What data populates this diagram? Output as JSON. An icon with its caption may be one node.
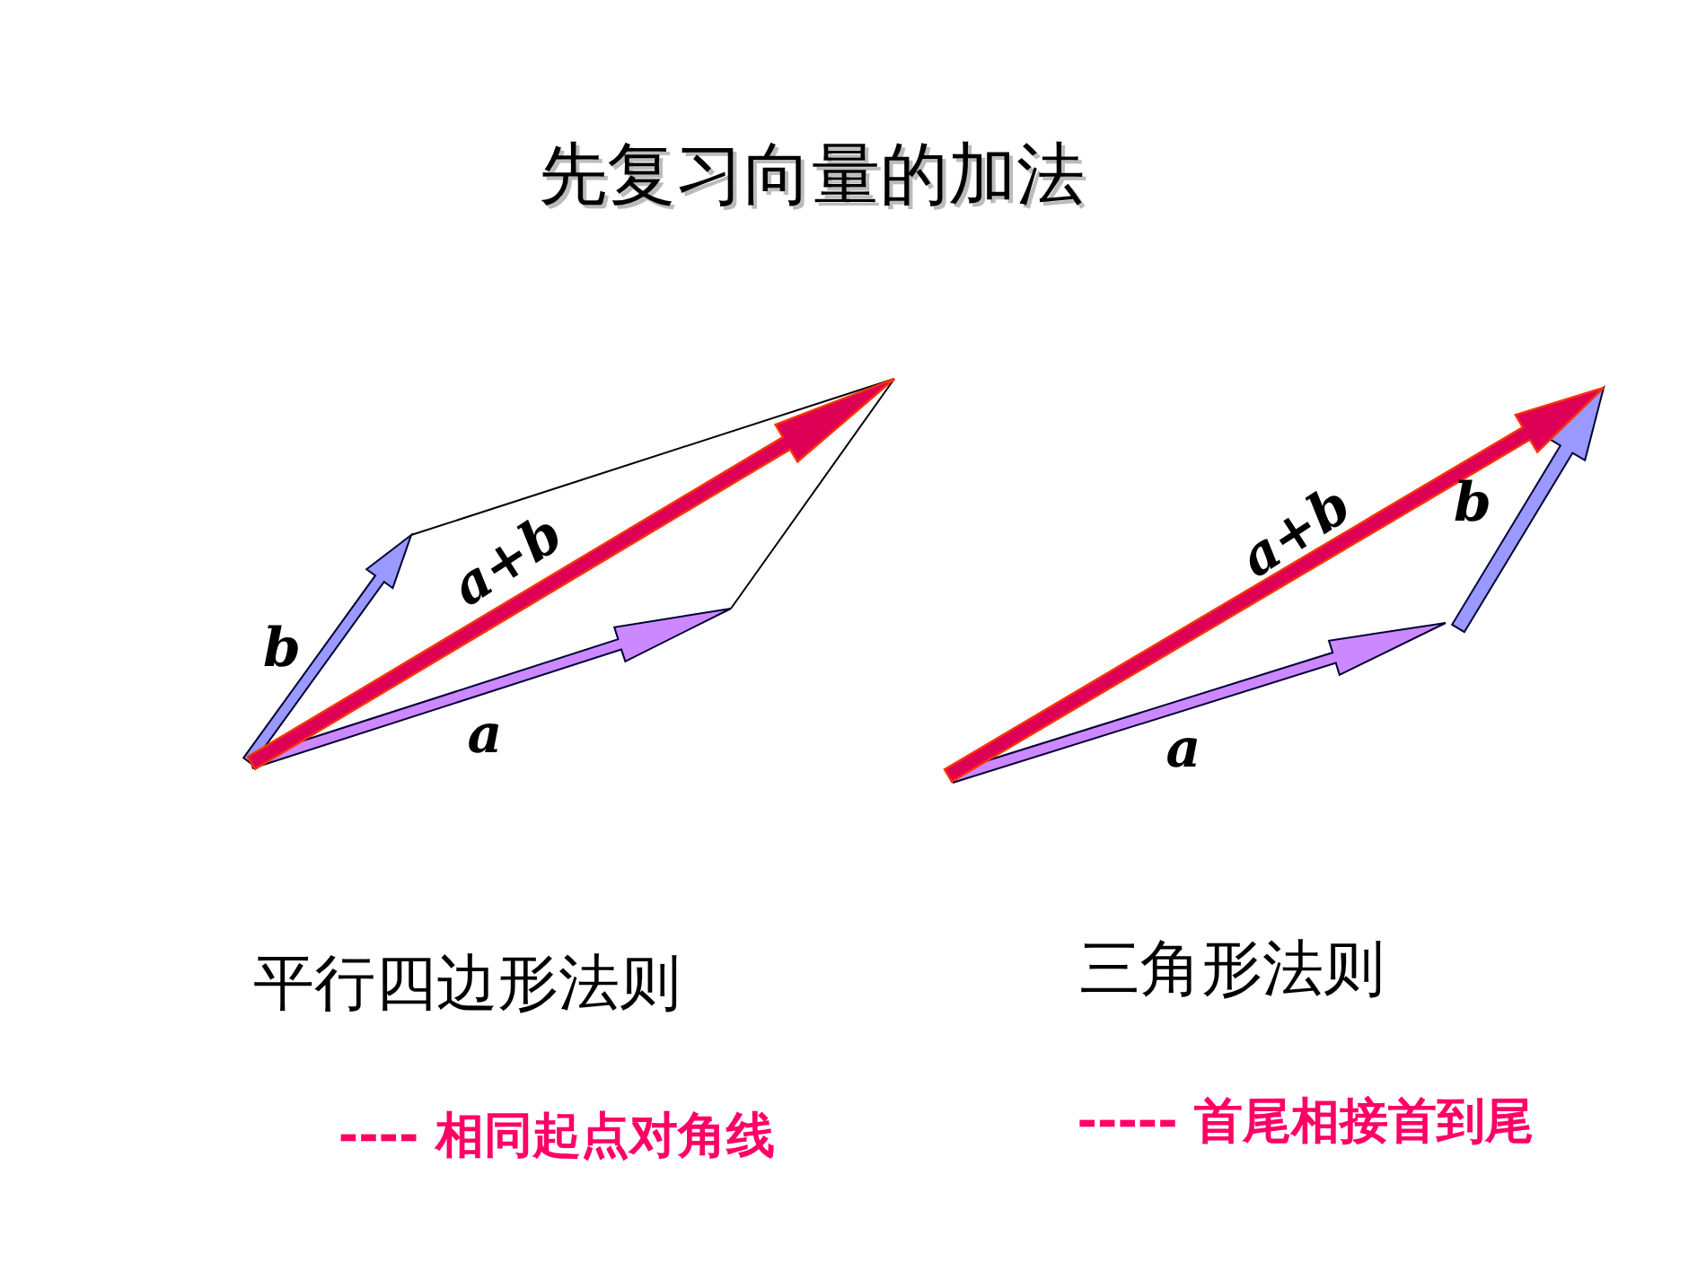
{
  "diagram": {
    "title": "先复习向量的加法",
    "labels": [
      "a+b",
      "a+b",
      "b",
      "b",
      "a",
      "a",
      "平行四边形法则",
      "三角形法则",
      "---- 相同起点对角线",
      "----- 首尾相接首到尾"
    ]
  }
}
